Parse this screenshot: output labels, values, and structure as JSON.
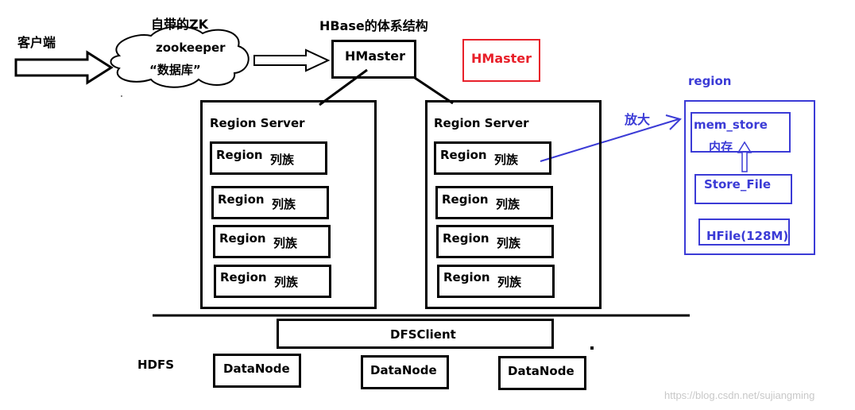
{
  "client": {
    "label": "客户端"
  },
  "zk": {
    "title": "自带的ZK",
    "name": "zookeeper",
    "db": "“数据库”"
  },
  "hbase": {
    "title": "HBase的体系结构",
    "master": "HMaster",
    "master_red": "HMaster"
  },
  "region_servers": [
    {
      "title": "Region Server",
      "regions": [
        {
          "name": "Region",
          "cf": "列族"
        },
        {
          "name": "Region",
          "cf": "列族"
        },
        {
          "name": "Region",
          "cf": "列族"
        },
        {
          "name": "Region",
          "cf": "列族"
        }
      ]
    },
    {
      "title": "Region Server",
      "regions": [
        {
          "name": "Region",
          "cf": "列族"
        },
        {
          "name": "Region",
          "cf": "列族"
        },
        {
          "name": "Region",
          "cf": "列族"
        },
        {
          "name": "Region",
          "cf": "列族"
        }
      ]
    }
  ],
  "zoom": {
    "label": "放大",
    "title": "region",
    "memstore": "mem_store",
    "memory": "内存",
    "storefile": "Store_File",
    "hfile": "HFile(128M)"
  },
  "hdfs": {
    "label": "HDFS",
    "client": "DFSClient",
    "datanodes": [
      "DataNode",
      "DataNode",
      "DataNode"
    ]
  },
  "watermark": "https://blog.csdn.net/sujiangming",
  "colors": {
    "black": "#000000",
    "red": "#e8202a",
    "blue": "#3b3bd6",
    "watermark": "#c8c8c8"
  }
}
